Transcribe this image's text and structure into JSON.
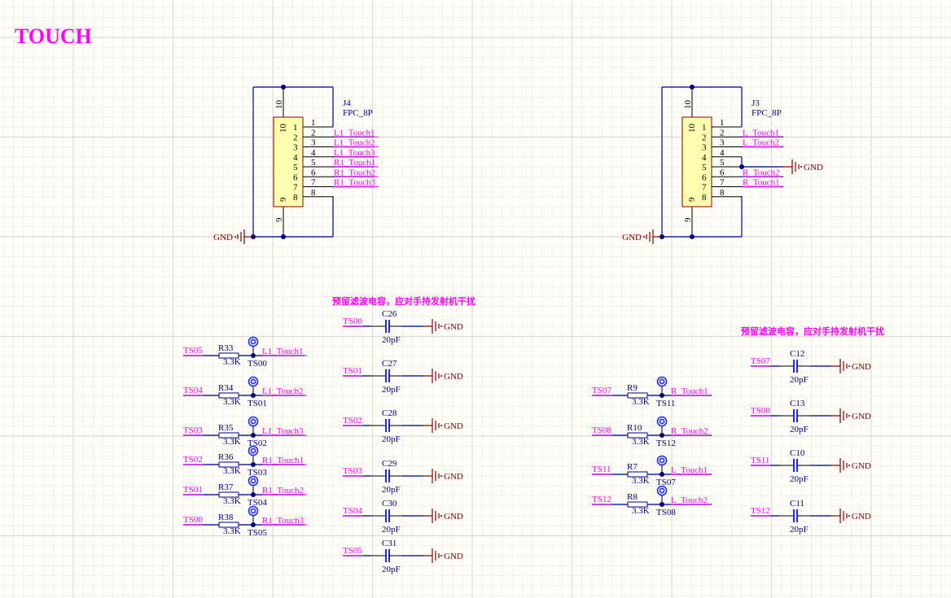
{
  "title": "TOUCH",
  "colors": {
    "background": "#fffdf7",
    "title": "#ff00ff",
    "wire": "#1b2a9b",
    "net_label": "#ff00ff",
    "ground": "#800000",
    "component_body": "#ffffb0",
    "designator": "#000080"
  },
  "connectors": [
    {
      "designator": "J4",
      "part": "FPC_8P",
      "pins_inside": [
        "1",
        "2",
        "3",
        "4",
        "5",
        "6",
        "7",
        "8"
      ],
      "pins_outside": [
        "1",
        "2",
        "3",
        "4",
        "5",
        "6",
        "7",
        "8"
      ],
      "shield_top": "10",
      "shield_bottom": "9",
      "nets": [
        "",
        "L1_Touch1",
        "L1_Touch2",
        "L1_Touch3",
        "R1_Touch1",
        "R1_Touch2",
        "R1_Touch3",
        ""
      ],
      "ground_label": "GND"
    },
    {
      "designator": "J3",
      "part": "FPC_8P",
      "pins_inside": [
        "1",
        "2",
        "3",
        "4",
        "5",
        "6",
        "7",
        "8"
      ],
      "pins_outside": [
        "1",
        "2",
        "3",
        "4",
        "5",
        "6",
        "7",
        "8"
      ],
      "shield_top": "10",
      "shield_bottom": "9",
      "nets": [
        "",
        "L_Touch1",
        "L_Touch2",
        "",
        "",
        "R_Touch2",
        "R_Touch1",
        ""
      ],
      "ground_label": "GND",
      "pin45_ground_label": "GND"
    }
  ],
  "resistors_left": [
    {
      "net_in": "TS05",
      "designator": "R33",
      "value": "3.3K",
      "testpoint": "TS00",
      "net_out": "L1_Touch1"
    },
    {
      "net_in": "TS04",
      "designator": "R34",
      "value": "3.3K",
      "testpoint": "TS01",
      "net_out": "L1_Touch2"
    },
    {
      "net_in": "TS03",
      "designator": "R35",
      "value": "3.3K",
      "testpoint": "TS02",
      "net_out": "L1_Touch3"
    },
    {
      "net_in": "TS02",
      "designator": "R36",
      "value": "3.3K",
      "testpoint": "TS03",
      "net_out": "R1_Touch1"
    },
    {
      "net_in": "TS01",
      "designator": "R37",
      "value": "3.3K",
      "testpoint": "TS04",
      "net_out": "R1_Touch2"
    },
    {
      "net_in": "TS00",
      "designator": "R38",
      "value": "3.3K",
      "testpoint": "TS05",
      "net_out": "R1_Touch3"
    }
  ],
  "resistors_right": [
    {
      "net_in": "TS07",
      "designator": "R9",
      "value": "3.3K",
      "testpoint": "TS11",
      "net_out": "R_Touch1"
    },
    {
      "net_in": "TS08",
      "designator": "R10",
      "value": "3.3K",
      "testpoint": "TS12",
      "net_out": "R_Touch2"
    },
    {
      "net_in": "TS11",
      "designator": "R7",
      "value": "3.3K",
      "testpoint": "TS07",
      "net_out": "L_Touch1"
    },
    {
      "net_in": "TS12",
      "designator": "R8",
      "value": "3.3K",
      "testpoint": "TS08",
      "net_out": "L_Touch2"
    }
  ],
  "capacitors_left": {
    "note": "预留滤波电容，应对手持发射机干扰",
    "items": [
      {
        "net": "TS00",
        "designator": "C26",
        "value": "20pF",
        "ground": "GND"
      },
      {
        "net": "TS01",
        "designator": "C27",
        "value": "20pF",
        "ground": "GND"
      },
      {
        "net": "TS02",
        "designator": "C28",
        "value": "20pF",
        "ground": "GND"
      },
      {
        "net": "TS03",
        "designator": "C29",
        "value": "20pF",
        "ground": "GND"
      },
      {
        "net": "TS04",
        "designator": "C30",
        "value": "20pF",
        "ground": "GND"
      },
      {
        "net": "TS05",
        "designator": "C31",
        "value": "20pF",
        "ground": "GND"
      }
    ]
  },
  "capacitors_right": {
    "note": "预留滤波电容，应对手持发射机干扰",
    "items": [
      {
        "net": "TS07",
        "designator": "C12",
        "value": "20pF",
        "ground": "GND"
      },
      {
        "net": "TS08",
        "designator": "C13",
        "value": "20pF",
        "ground": "GND"
      },
      {
        "net": "TS11",
        "designator": "C10",
        "value": "20pF",
        "ground": "GND"
      },
      {
        "net": "TS12",
        "designator": "C11",
        "value": "20pF",
        "ground": "GND"
      }
    ]
  }
}
